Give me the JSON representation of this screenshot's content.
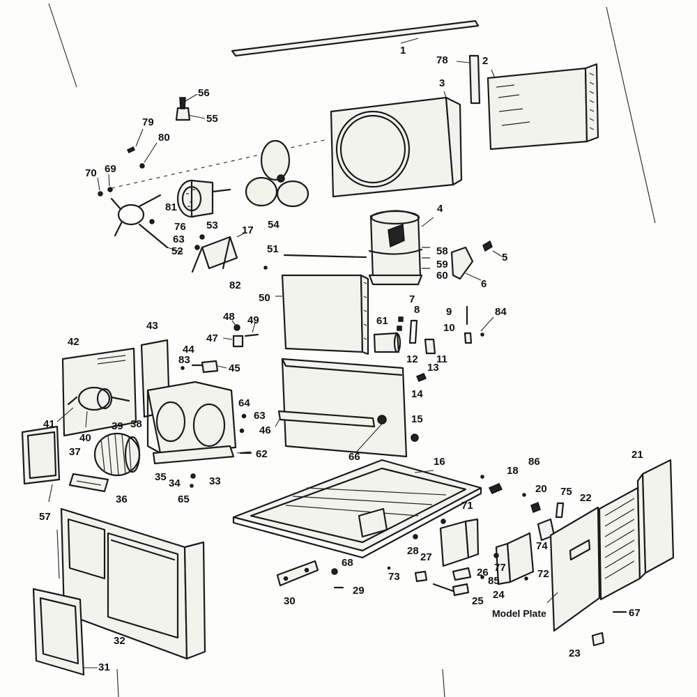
{
  "labels": {
    "l1": "1",
    "l2": "2",
    "l3": "3",
    "l4": "4",
    "l5": "5",
    "l6": "6",
    "l7": "7",
    "l8": "8",
    "l9": "9",
    "l10": "10",
    "l11": "11",
    "l12": "12",
    "l13": "13",
    "l14": "14",
    "l15": "15",
    "l16": "16",
    "l17": "17",
    "l18": "18",
    "l20": "20",
    "l21": "21",
    "l22": "22",
    "l23": "23",
    "l24": "24",
    "l25": "25",
    "l26": "26",
    "l27": "27",
    "l28": "28",
    "l29": "29",
    "l30": "30",
    "l31": "31",
    "l32": "32",
    "l33": "33",
    "l34": "34",
    "l35": "35",
    "l36": "36",
    "l37": "37",
    "l38": "38",
    "l39": "39",
    "l40": "40",
    "l41": "41",
    "l42": "42",
    "l43": "43",
    "l44": "44",
    "l45": "45",
    "l46": "46",
    "l47": "47",
    "l48": "48",
    "l49": "49",
    "l50": "50",
    "l51": "51",
    "l52": "52",
    "l53": "53",
    "l54": "54",
    "l55": "55",
    "l56": "56",
    "l57": "57",
    "l58": "58",
    "l59": "59",
    "l60": "60",
    "l61": "61",
    "l62": "62",
    "l63a": "63",
    "l63b": "63",
    "l64": "64",
    "l65": "65",
    "l66": "66",
    "l67": "67",
    "l68": "68",
    "l69": "69",
    "l70": "70",
    "l71": "71",
    "l72": "72",
    "l73": "73",
    "l74": "74",
    "l75": "75",
    "l76": "76",
    "l77": "77",
    "l78": "78",
    "l79": "79",
    "l80": "80",
    "l81": "81",
    "l82": "82",
    "l83": "83",
    "l84": "84",
    "l85": "85",
    "l86": "86",
    "model_plate": "Model Plate"
  }
}
